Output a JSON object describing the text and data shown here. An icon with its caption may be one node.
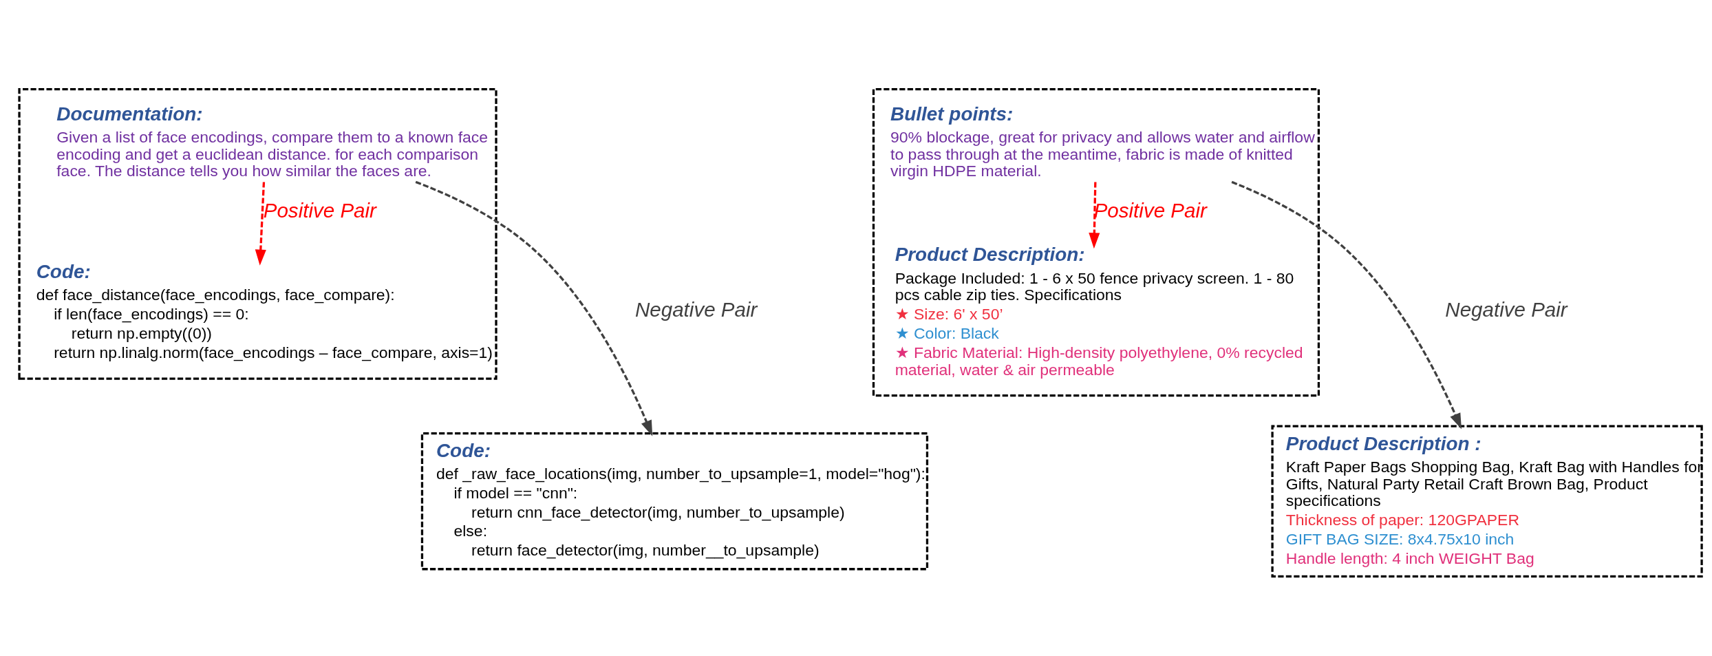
{
  "diagram": {
    "nodes": [
      {
        "text": [],
        "shape": "box"
      },
      {
        "text": [
          "Documentation:",
          "Given a list of face encodings, compare them to a known face encoding and get a euclidean distance. for each comparison face. The distance tells you how similar the faces are."
        ],
        "in": 0
      },
      {
        "text": [
          "Code:",
          "def face_distance(face_encodings, face_compare):",
          "if len(face_encodings) == 0:",
          "return np.empty((0))",
          "return np.linalg.norm(face_encodings – face_compare, axis=1)"
        ],
        "in": 0
      },
      {
        "text": [
          "Code:",
          "def _raw_face_locations(img, number_to_upsample=1, model=\"hog\"):",
          "if model == \"cnn\":",
          "return cnn_face_detector(img, number_to_upsample)",
          "else:",
          "return face_detector(img, number__to_upsample)"
        ]
      },
      {
        "text": [],
        "shape": "box"
      },
      {
        "text": [
          "Bullet points:",
          "90% blockage, great for privacy and allows water and airflow to pass through at the meantime, fabric is made of knitted virgin HDPE material."
        ],
        "in": 4
      },
      {
        "text": [
          "Product Description:",
          "Package Included: 1 - 6 x 50 fence privacy screen. 1 - 80 pcs cable zip ties. Specifications",
          "★ Size: 6' x 50’",
          "★ Color: Black",
          "★ Fabric Material: High-density polyethylene, 0% recycled material, water & air permeable"
        ],
        "in": 4
      },
      {
        "text": [
          "Product Description :",
          "Kraft Paper Bags Shopping Bag, Kraft Bag with Handles for Gifts, Natural Party Retail Craft Brown Bag, Product specifications",
          "Thickness of paper: 120GPAPER",
          "GIFT BAG SIZE: 8x4.75x10 inch",
          "Handle length: 4 inch WEIGHT Bag"
        ]
      }
    ],
    "edges": [
      {
        "from": 1,
        "to": 2,
        "arrow": "to",
        "label": "Positive Pair",
        "style": "dashed",
        "color": "#ff0000"
      },
      {
        "from": 1,
        "to": 3,
        "arrow": "to",
        "label": "Negative Pair",
        "style": "dashed",
        "color": "#404040"
      },
      {
        "from": 5,
        "to": 6,
        "arrow": "to",
        "label": "Positive Pair",
        "style": "dashed",
        "color": "#ff0000"
      },
      {
        "from": 5,
        "to": 7,
        "arrow": "to",
        "label": "Negative Pair",
        "style": "dashed",
        "color": "#404040"
      }
    ]
  }
}
